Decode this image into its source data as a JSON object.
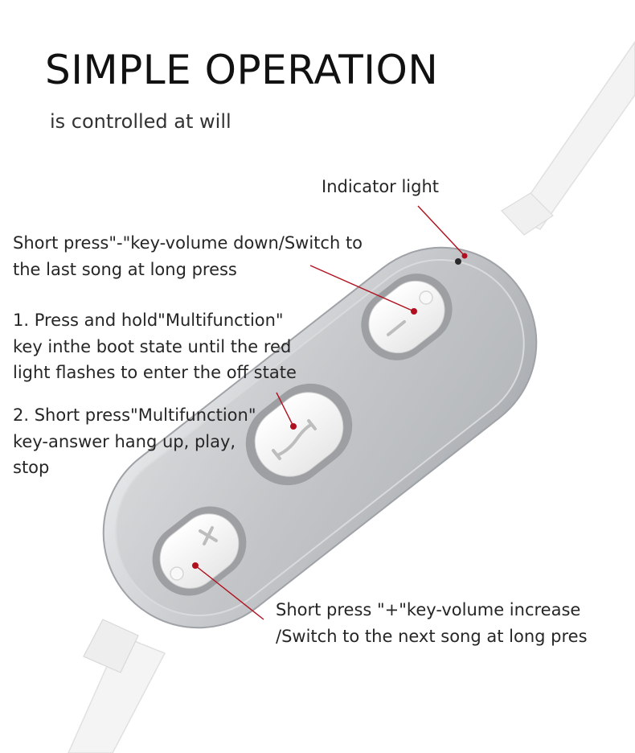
{
  "title": "SIMPLE OPERATION",
  "subtitle": "is controlled at will",
  "callouts": {
    "indicator": "Indicator light",
    "minus": "Short press\"-\"key-volume down/Switch to\nthe last song at long press",
    "multi_hold": "1. Press and hold\"Multifunction\"\nkey inthe boot state until the red\nlight flashes to enter the off state",
    "multi_short": "2. Short press\"Multifunction\"\nkey-answer hang up, play,\nstop",
    "plus": "Short press \"+\"key-volume increase\n/Switch to the next song at long pres"
  },
  "icons": {
    "minus_button": "minus-icon",
    "multifunction_button": "phone-icon",
    "plus_button": "plus-icon",
    "indicator": "led-dot-icon"
  },
  "colors": {
    "pointer": "#b0101e",
    "body_silver": "#c4c6c9",
    "button_face": "#f4f4f4"
  }
}
